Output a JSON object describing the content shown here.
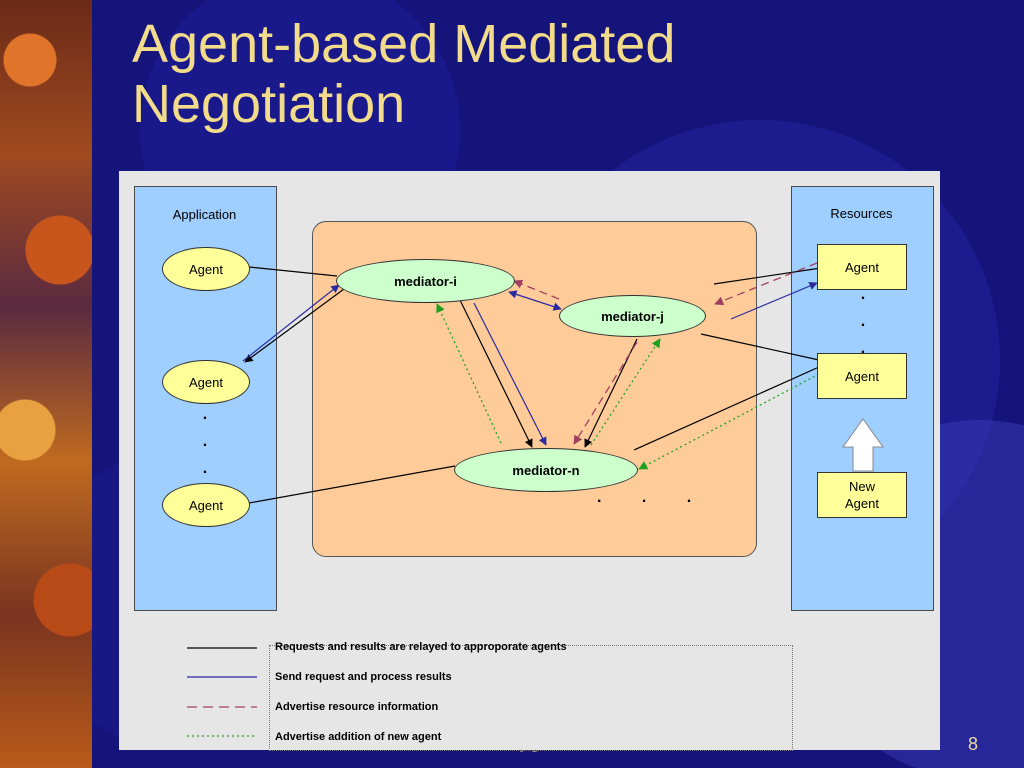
{
  "slide": {
    "title_line1": "Agent-based Mediated",
    "title_line2": "Negotiation",
    "page_number": "8",
    "footer_fragment": "y                    g"
  },
  "diagram": {
    "application_label": "Application",
    "resources_label": "Resources",
    "app_agents": [
      "Agent",
      "Agent",
      "Agent"
    ],
    "resource_agents": [
      "Agent",
      "Agent"
    ],
    "new_agent_label": "New\nAgent",
    "new_agent_line1": "New",
    "new_agent_line2": "Agent",
    "mediators": [
      "mediator-i",
      "mediator-j",
      "mediator-n"
    ],
    "vertical_dots": ".",
    "horizontal_dots": ". . ."
  },
  "legend": [
    {
      "label": "Requests and results are relayed to approporate agents",
      "color": "#000000",
      "style": "solid"
    },
    {
      "label": "Send request and process results",
      "color": "#2a2aa0",
      "style": "solid"
    },
    {
      "label": "Advertise resource information",
      "color": "#a04060",
      "style": "dashed"
    },
    {
      "label": "Advertise addition of new agent",
      "color": "#20a020",
      "style": "dotted"
    }
  ]
}
